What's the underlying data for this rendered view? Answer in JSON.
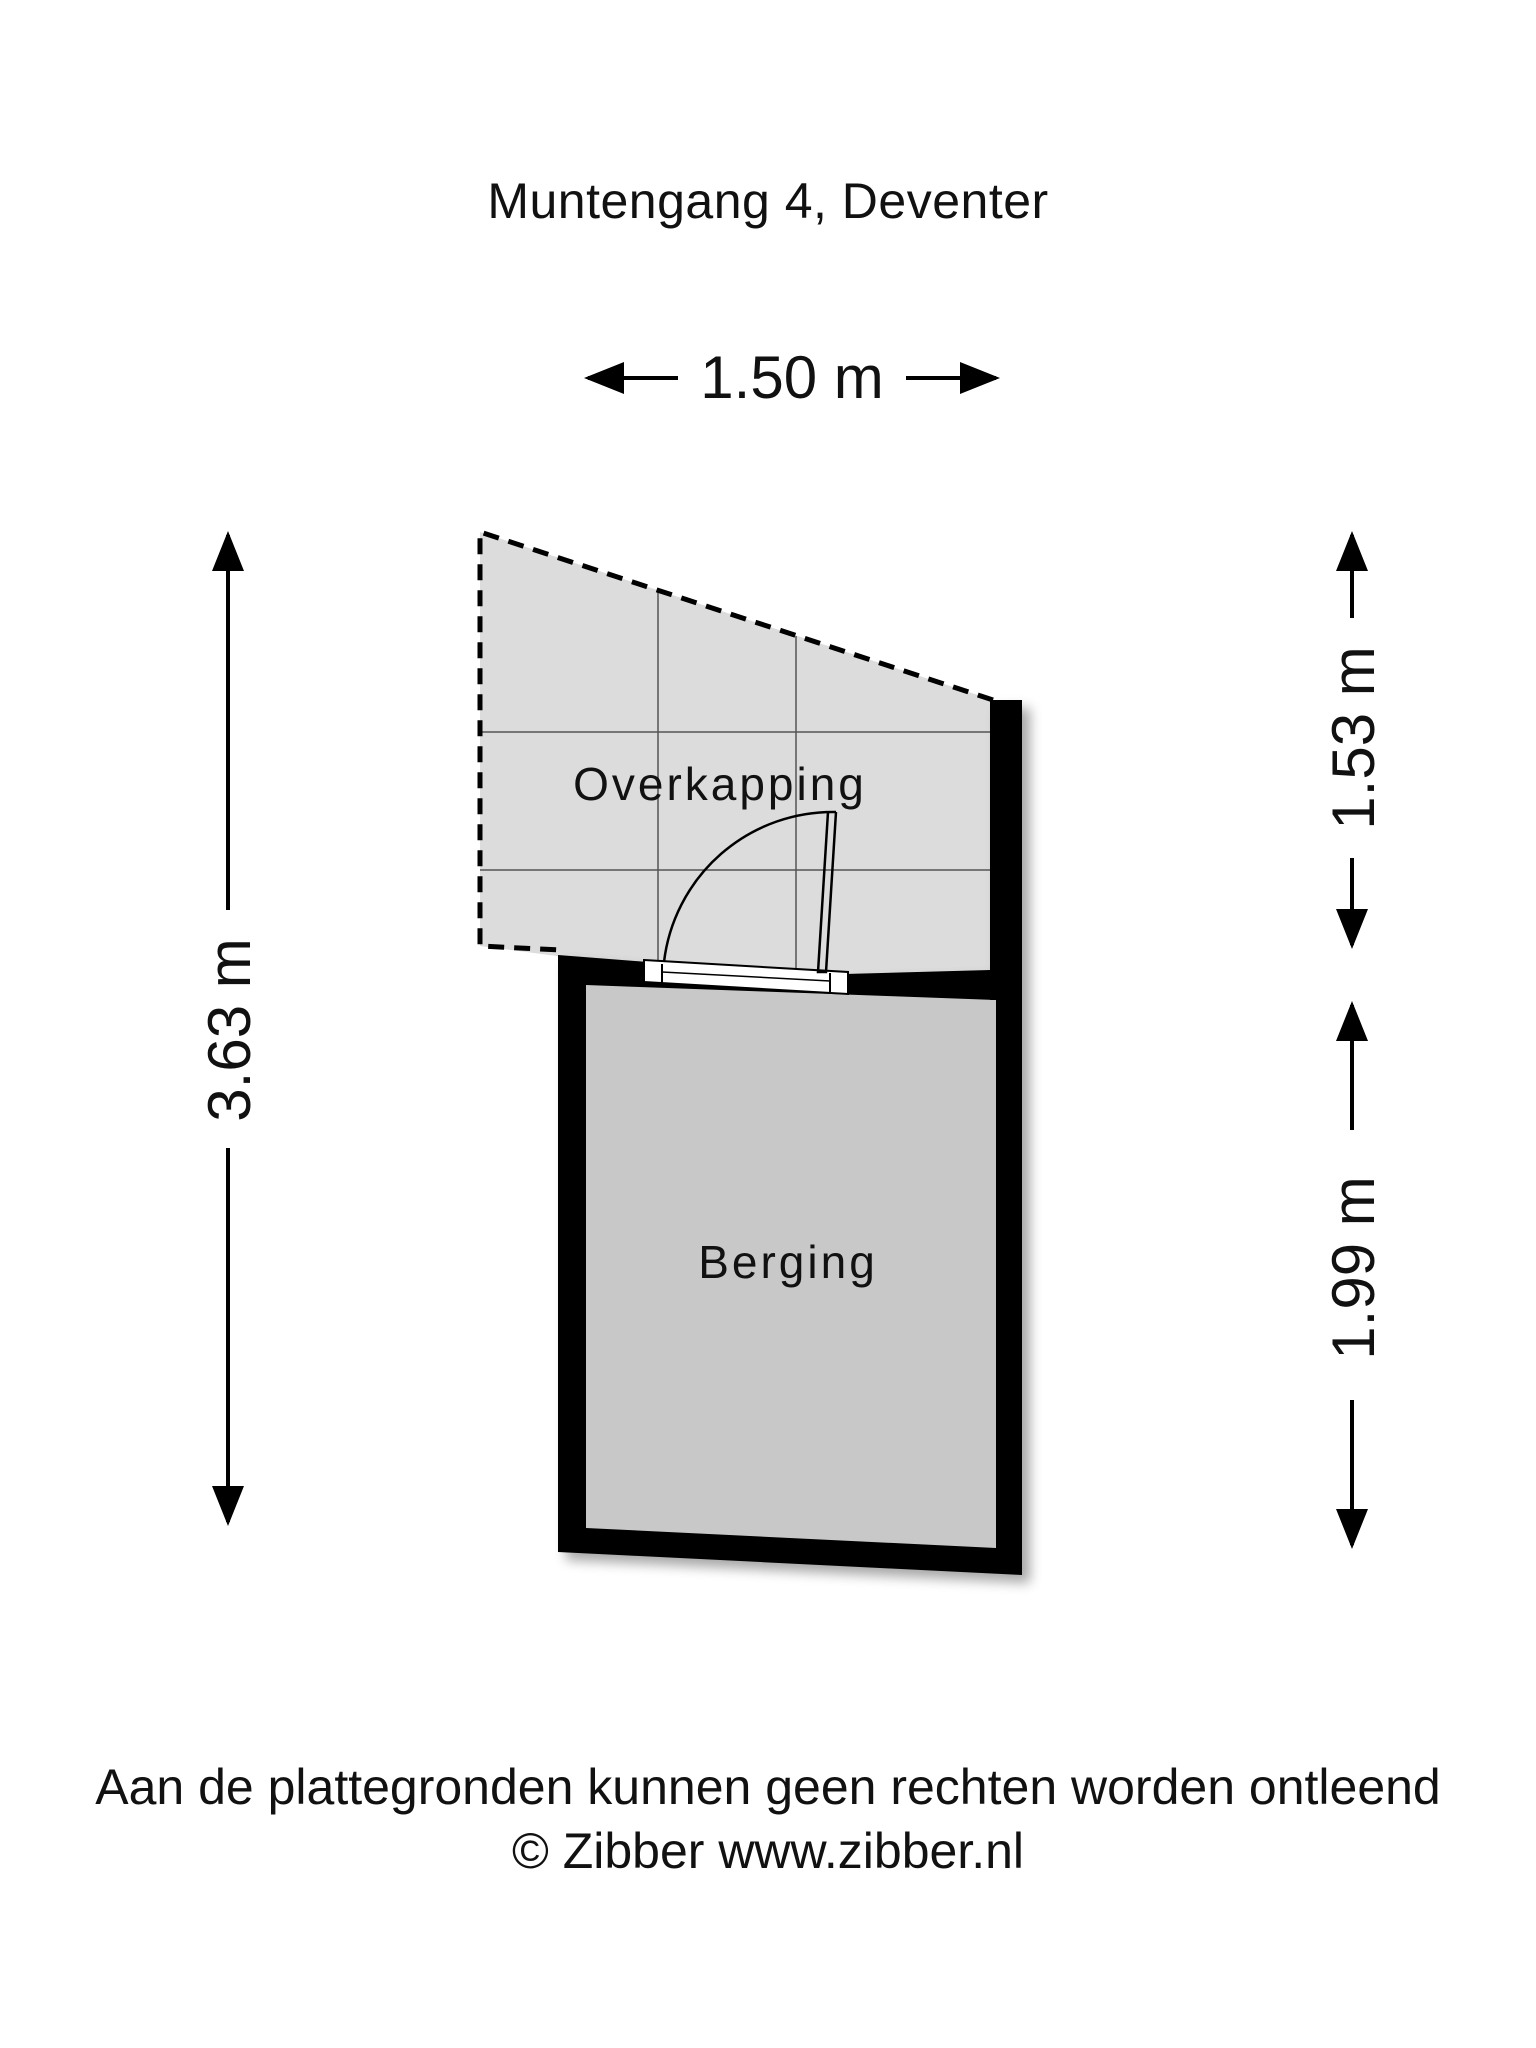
{
  "title": "Muntengang 4, Deventer",
  "dimensions": {
    "width_top": "1.50 m",
    "height_total": "3.63 m",
    "height_overkapping": "1.53 m",
    "height_berging": "1.99 m"
  },
  "rooms": {
    "overkapping": "Overkapping",
    "berging": "Berging"
  },
  "footer": {
    "disclaimer": "Aan de plattegronden kunnen geen rechten worden ontleend",
    "copyright": "© Zibber www.zibber.nl"
  },
  "colors": {
    "wall": "#000000",
    "overkapping_fill": "#dcdcdc",
    "berging_fill": "#c8c8c8",
    "grid_line": "#555555"
  }
}
